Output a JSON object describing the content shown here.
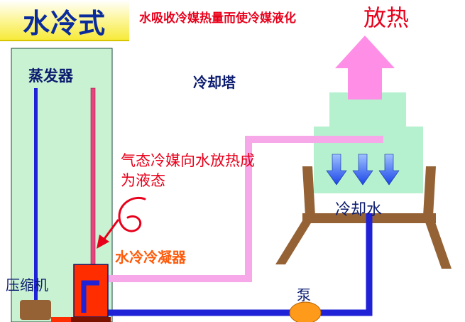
{
  "title": "水冷式",
  "subtitle": "水吸收冷媒热量而使冷媒液化",
  "heat_release_label": "放热",
  "evaporator_label": "蒸发器",
  "cooling_tower_label": "冷却塔",
  "gas_refrigerant_note": "气态冷媒向水放热成为液态",
  "cooling_water_label": "冷却水",
  "condenser_label": "水冷冷凝器",
  "compressor_label": "压缩机",
  "pump_label": "泵",
  "annotation_number": "6",
  "colors": {
    "evaporator_panel": "#c9f2d2",
    "cooling_tower": "#b6f1cf",
    "refrigerant_pipe": "#f7a8e8",
    "water_pipe": "#1f22d6",
    "tower_frame": "#946235",
    "condenser": "#ff2d00",
    "pump": "#ff9a1a",
    "arrow_down": "#1e56f5",
    "heat_arrow": "#ff8ee6"
  }
}
